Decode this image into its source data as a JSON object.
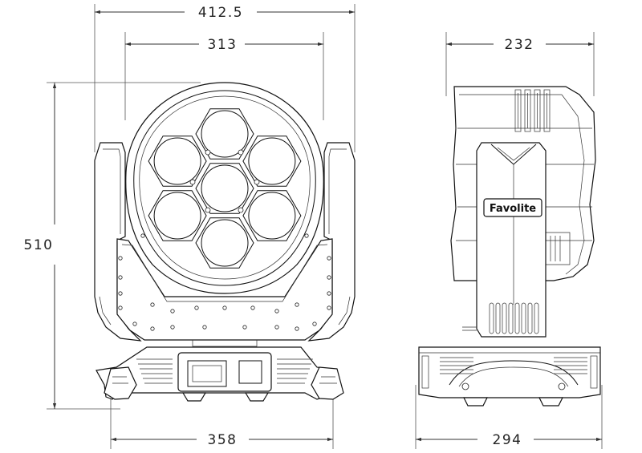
{
  "dimensions": {
    "front_overall_width": "412.5",
    "front_head_width": "313",
    "front_height": "510",
    "front_base_width": "358",
    "side_head_depth": "232",
    "side_base_depth": "294"
  },
  "brand_logo": "Favolite"
}
